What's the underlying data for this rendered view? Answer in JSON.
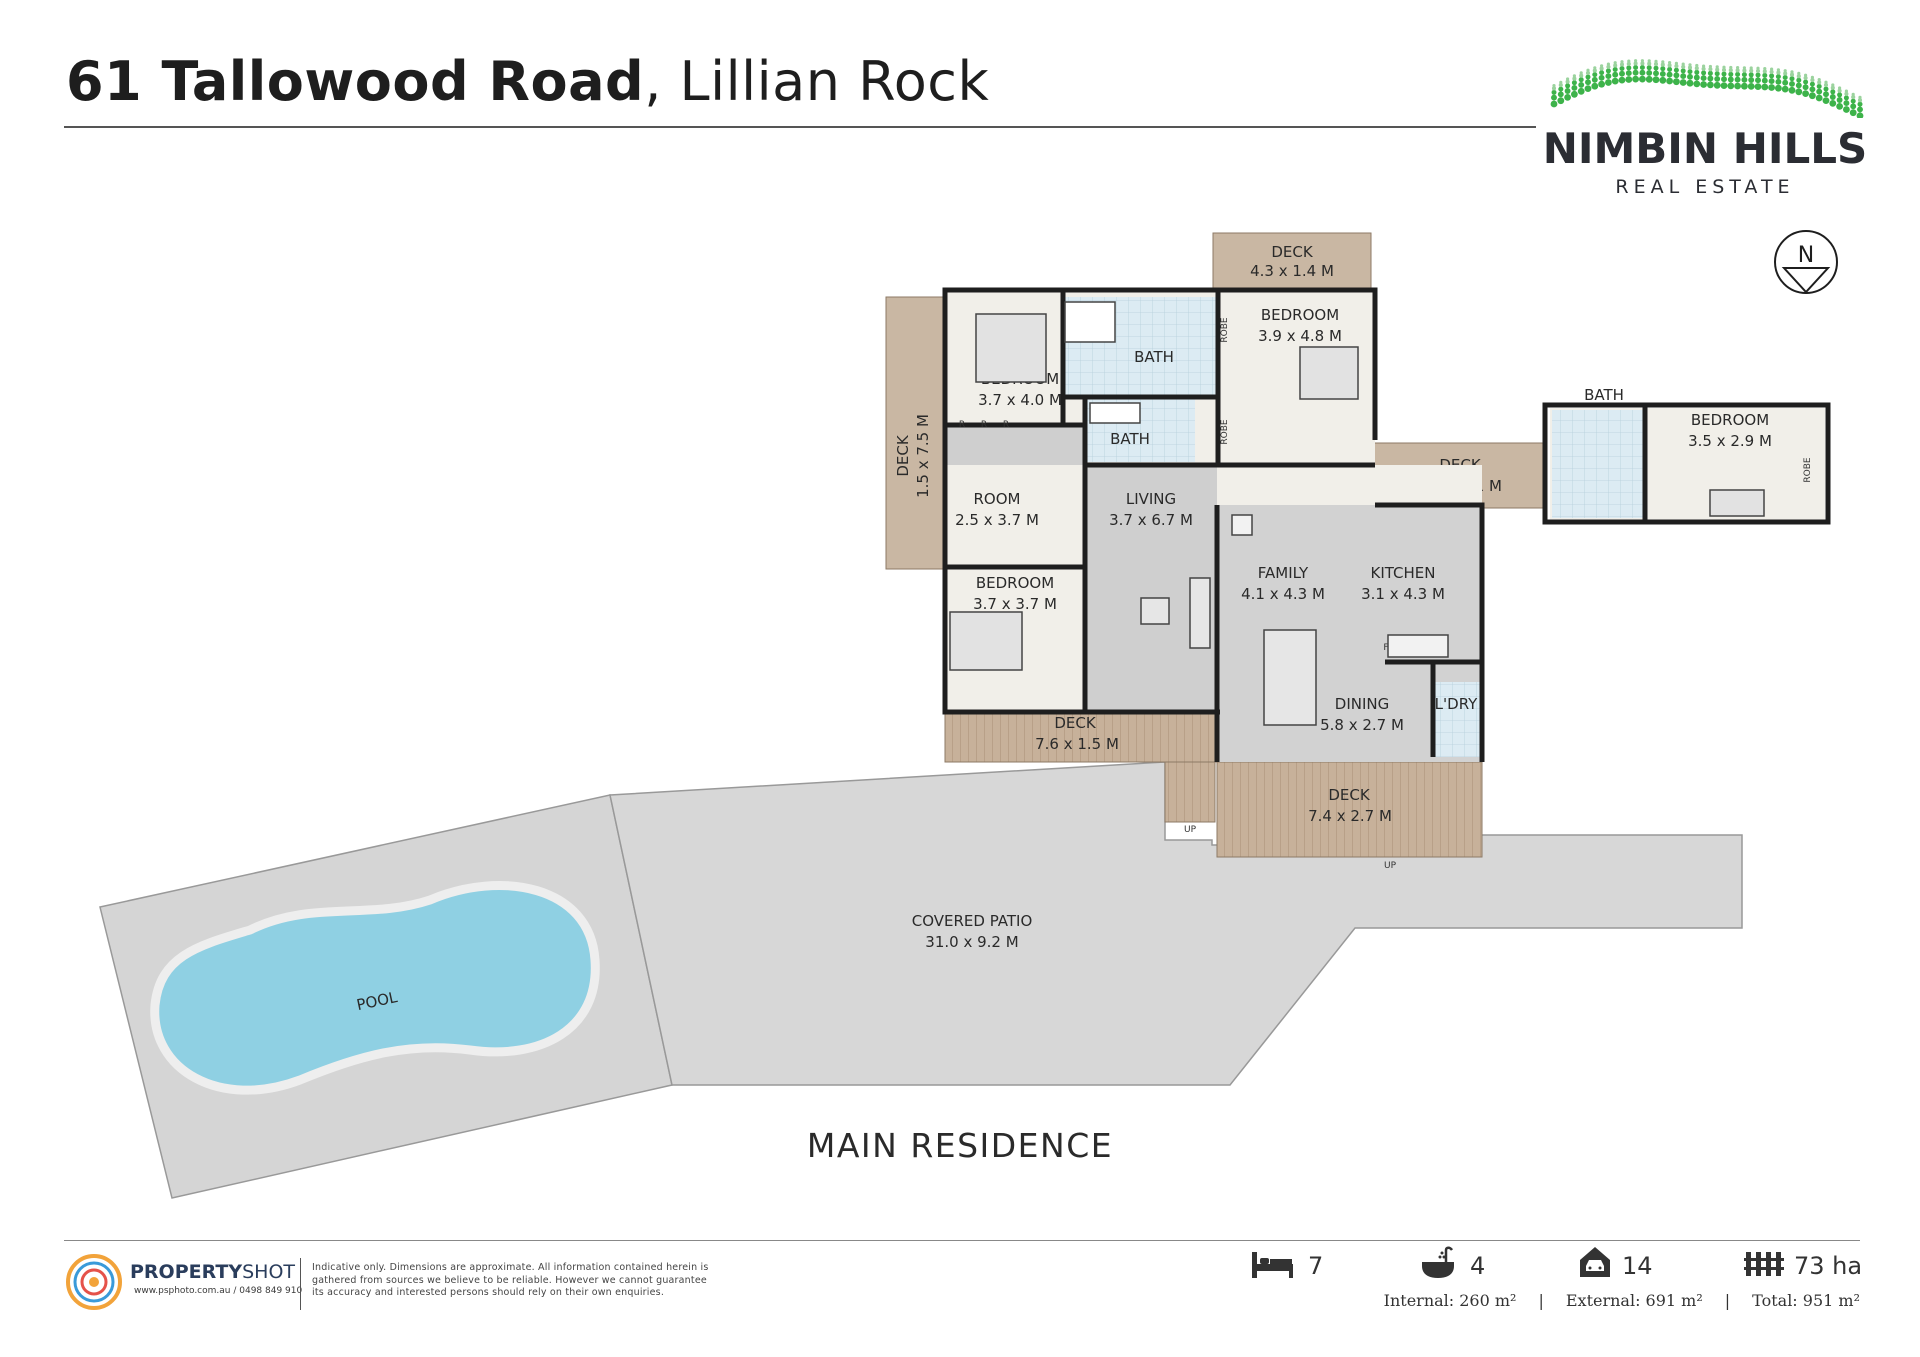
{
  "header": {
    "street": "61 Tallowood Road",
    "separator": ",",
    "locality": "Lillian Rock"
  },
  "agency": {
    "name": "NIMBIN HILLS",
    "subtitle": "REAL ESTATE"
  },
  "compass": {
    "letter": "N"
  },
  "plan": {
    "caption": "MAIN RESIDENCE",
    "rooms": [
      {
        "name": "DECK",
        "size": "4.3 x 1.4 M"
      },
      {
        "name": "BEDROOM",
        "size": "3.9 x 4.8 M"
      },
      {
        "name": "BATH",
        "size": ""
      },
      {
        "name": "BEDROOM",
        "size": "3.7 x 4.0 M"
      },
      {
        "name": "BATH",
        "size": ""
      },
      {
        "name": "DECK",
        "size": "1.5 x 7.5 M"
      },
      {
        "name": "ROOM",
        "size": "2.5 x 3.7 M"
      },
      {
        "name": "LIVING",
        "size": "3.7 x 6.7 M"
      },
      {
        "name": "DECK",
        "size": "4.8 x 2.1 M"
      },
      {
        "name": "BATH",
        "size": ""
      },
      {
        "name": "BEDROOM",
        "size": "3.5 x 2.9 M"
      },
      {
        "name": "FAMILY",
        "size": "4.1 x 4.3 M"
      },
      {
        "name": "KITCHEN",
        "size": "3.1 x 4.3 M"
      },
      {
        "name": "BEDROOM",
        "size": "3.7 x 3.7 M"
      },
      {
        "name": "DINING",
        "size": "5.8 x 2.7 M"
      },
      {
        "name": "L'DRY",
        "size": ""
      },
      {
        "name": "DECK",
        "size": "7.6 x 1.5 M"
      },
      {
        "name": "DECK",
        "size": "7.4 x 2.7 M"
      },
      {
        "name": "COVERED PATIO",
        "size": "31.0 x 9.2 M"
      },
      {
        "name": "POOL",
        "size": ""
      }
    ],
    "small_labels": {
      "robe": "ROBE",
      "r": "R",
      "fp": "FP",
      "f": "F",
      "up": "UP"
    }
  },
  "footer": {
    "brand_bold": "PROPERTY",
    "brand_light": "SHOT",
    "contact": "www.psphoto.com.au / 0498 849 910",
    "disclaimer": "Indicative only.  Dimensions are approximate.  All information contained herein is gathered from sources we believe to be reliable.  However we cannot guarantee its accuracy and interested persons should rely on their own enquiries."
  },
  "stats": {
    "bedrooms": "7",
    "bathrooms": "4",
    "parking": "14",
    "land": "73 ha"
  },
  "areas": {
    "internal": "Internal: 260 m²",
    "external": "External: 691 m²",
    "total": "Total: 951 m²"
  },
  "colors": {
    "deck_fill": "#c9b7a3",
    "patio_fill": "#d8d8d8",
    "tile_fill": "#dceaf2",
    "pool_fill": "#8fd0e3",
    "wall": "#1e1e1e",
    "logo_green": "#3db34a"
  }
}
